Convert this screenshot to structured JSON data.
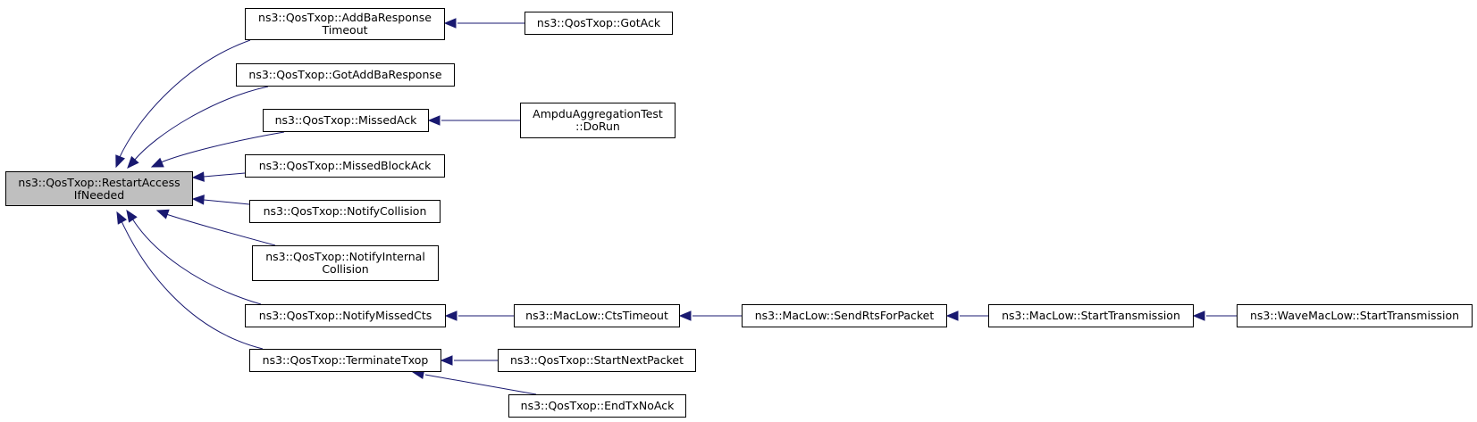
{
  "colors": {
    "edge": "#191970",
    "root_fill": "#bfbfbf",
    "node_fill": "#ffffff",
    "border": "#000000"
  },
  "nodes": {
    "restart": [
      "ns3::QosTxop::RestartAccess",
      "IfNeeded"
    ],
    "addba_timeout": [
      "ns3::QosTxop::AddBaResponse",
      "Timeout"
    ],
    "got_ack": [
      "ns3::QosTxop::GotAck"
    ],
    "got_addba": [
      "ns3::QosTxop::GotAddBaResponse"
    ],
    "missed_ack": [
      "ns3::QosTxop::MissedAck"
    ],
    "ampdu_test": [
      "AmpduAggregationTest",
      "::DoRun"
    ],
    "missed_block_ack": [
      "ns3::QosTxop::MissedBlockAck"
    ],
    "notify_collision": [
      "ns3::QosTxop::NotifyCollision"
    ],
    "notify_internal": [
      "ns3::QosTxop::NotifyInternal",
      "Collision"
    ],
    "notify_missed_cts": [
      "ns3::QosTxop::NotifyMissedCts"
    ],
    "cts_timeout": [
      "ns3::MacLow::CtsTimeout"
    ],
    "send_rts": [
      "ns3::MacLow::SendRtsForPacket"
    ],
    "start_tx": [
      "ns3::MacLow::StartTransmission"
    ],
    "wave_start_tx": [
      "ns3::WaveMacLow::StartTransmission"
    ],
    "terminate_txop": [
      "ns3::QosTxop::TerminateTxop"
    ],
    "start_next": [
      "ns3::QosTxop::StartNextPacket"
    ],
    "end_tx_noack": [
      "ns3::QosTxop::EndTxNoAck"
    ]
  }
}
